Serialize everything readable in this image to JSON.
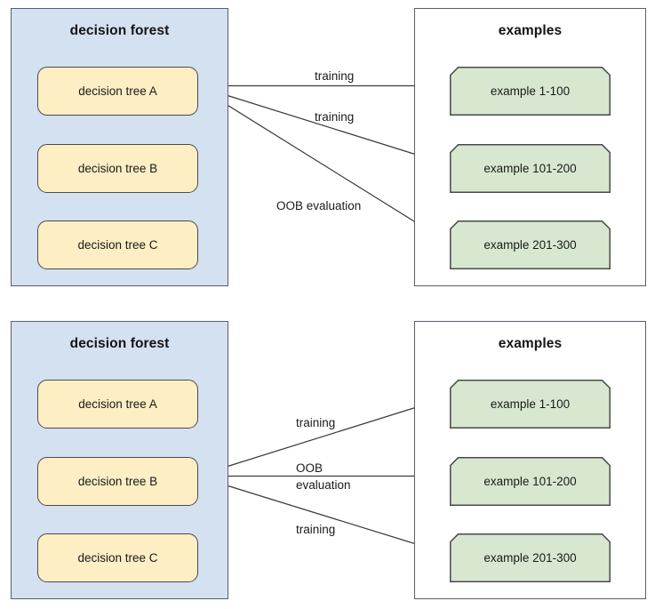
{
  "colors": {
    "forest_panel_fill": "#d4e1f1",
    "panel_border": "#56606b",
    "tree_node_fill": "#fdeec4",
    "tree_node_border": "#4a4a4a",
    "example_node_fill": "#d8e8d0",
    "example_node_border": "#4a4a4a",
    "arrow_stroke": "#3c3c3c",
    "text": "#1a1a1a",
    "background": "#ffffff"
  },
  "diagrams": [
    {
      "id": "top-diagram",
      "forest": {
        "title": "decision forest",
        "trees": [
          {
            "label": "decision tree A",
            "highlighted": true
          },
          {
            "label": "decision tree B",
            "highlighted": false
          },
          {
            "label": "decision tree C",
            "highlighted": false
          }
        ]
      },
      "examples": {
        "title": "examples",
        "items": [
          {
            "label": "example 1-100"
          },
          {
            "label": "example 101-200"
          },
          {
            "label": "example 201-300"
          }
        ]
      },
      "edges": [
        {
          "from": "decision tree A",
          "to": "example 1-100",
          "label": "training",
          "label_lines": [
            "training"
          ]
        },
        {
          "from": "decision tree A",
          "to": "example 101-200",
          "label": "training",
          "label_lines": [
            "training"
          ]
        },
        {
          "from": "decision tree A",
          "to": "example 201-300",
          "label": "OOB evaluation",
          "label_lines": [
            "OOB evaluation"
          ]
        }
      ]
    },
    {
      "id": "bottom-diagram",
      "forest": {
        "title": "decision forest",
        "trees": [
          {
            "label": "decision tree A",
            "highlighted": false
          },
          {
            "label": "decision tree B",
            "highlighted": true
          },
          {
            "label": "decision tree C",
            "highlighted": false
          }
        ]
      },
      "examples": {
        "title": "examples",
        "items": [
          {
            "label": "example 1-100"
          },
          {
            "label": "example 101-200"
          },
          {
            "label": "example 201-300"
          }
        ]
      },
      "edges": [
        {
          "from": "decision tree B",
          "to": "example 1-100",
          "label": "training",
          "label_lines": [
            "training"
          ]
        },
        {
          "from": "decision tree B",
          "to": "example 101-200",
          "label": "OOB evaluation",
          "label_lines": [
            "OOB",
            "evaluation"
          ]
        },
        {
          "from": "decision tree B",
          "to": "example 201-300",
          "label": "training",
          "label_lines": [
            "training"
          ]
        }
      ]
    }
  ],
  "edge_labels": {
    "top": {
      "l0": "training",
      "l1": "training",
      "l2": "OOB evaluation"
    },
    "bottom": {
      "l0": "training",
      "l1a": "OOB",
      "l1b": "evaluation",
      "l2": "training"
    }
  }
}
